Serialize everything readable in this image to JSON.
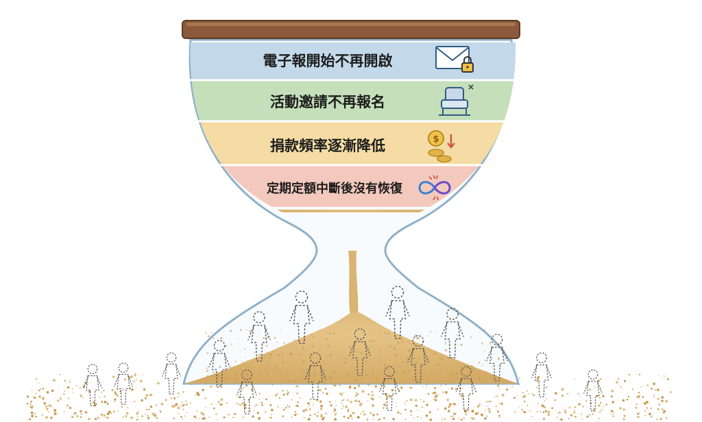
{
  "bands": [
    {
      "label": "電子報開始不再開啟",
      "color": "#c3d9ea",
      "icon": "envelope-lock-icon"
    },
    {
      "label": "活動邀請不再報名",
      "color": "#c4dfba",
      "icon": "empty-seat-icon"
    },
    {
      "label": "捐款頻率逐漸降低",
      "color": "#f4dca4",
      "icon": "coins-decrease-icon"
    },
    {
      "label": "定期定額中斷後沒有恢復",
      "color": "#f3c9bd",
      "icon": "broken-infinity-icon"
    }
  ],
  "colors": {
    "lid": "#8b5a3c",
    "glass_outline": "#8fb0c8",
    "sand": "#dcb97c",
    "sand_dark": "#c99a52",
    "figure_outline": "#555555"
  }
}
